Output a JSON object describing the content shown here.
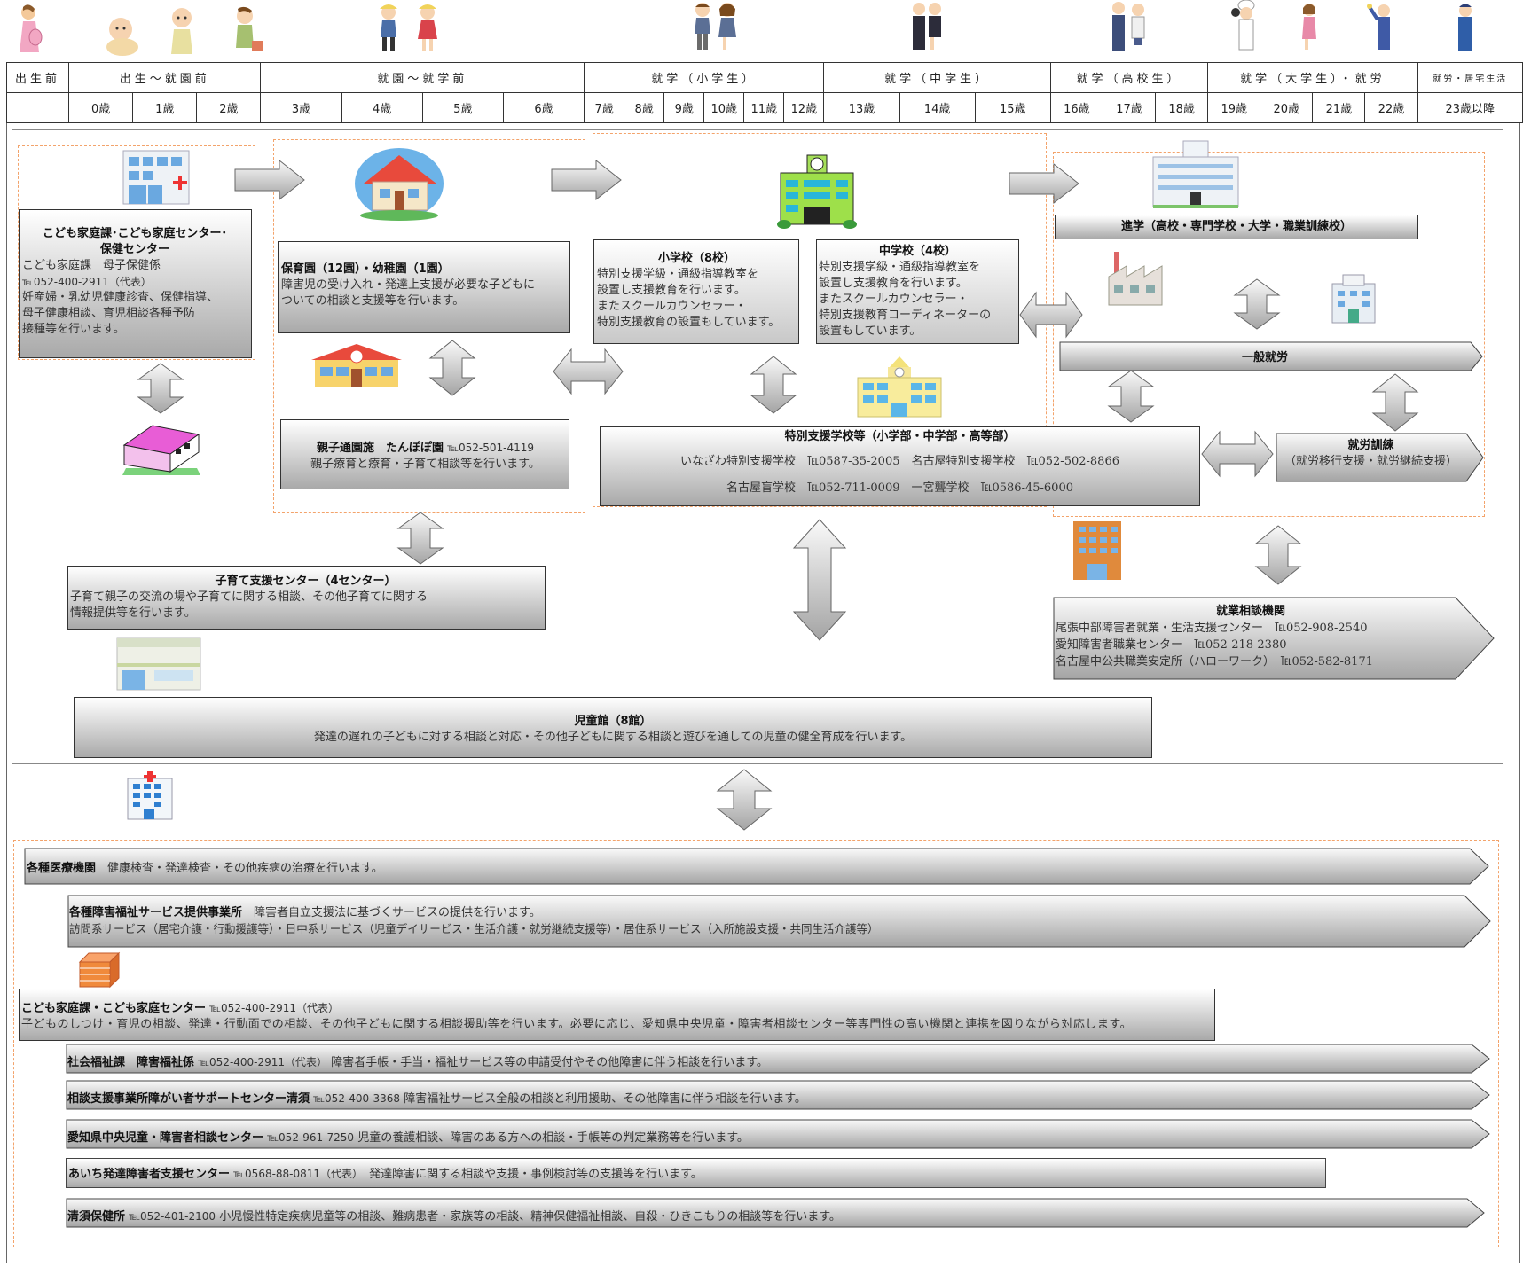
{
  "header": {
    "stages": [
      "出生前",
      "出生～就園前",
      "就園～就学前",
      "就学（小学生）",
      "就学（中学生）",
      "就学（高校生）",
      "就学（大学生）・就労",
      "就労・居宅生活"
    ],
    "ages": [
      "0歳",
      "1歳",
      "2歳",
      "3歳",
      "4歳",
      "5歳",
      "6歳",
      "7歳",
      "8歳",
      "9歳",
      "10歳",
      "11歳",
      "12歳",
      "13歳",
      "14歳",
      "15歳",
      "16歳",
      "17歳",
      "18歳",
      "19歳",
      "20歳",
      "21歳",
      "22歳",
      "23歳以降"
    ]
  },
  "boxes": {
    "health": {
      "title1": "こども家庭課･こども家庭センター･",
      "title2": "保健センター",
      "l1": "こども家庭課　母子保健係",
      "l2": "℡052-400-2911（代表）",
      "l3": "妊産婦・乳幼児健康診査、保健指導、",
      "l4": "母子健康相談、育児相談各種予防",
      "l5": "接種等を行います。"
    },
    "nursery": {
      "title": "保育園（12園）・幼稚園（1園）",
      "l1": "障害児の受け入れ・発達上支援が必要な子どもに",
      "l2": "ついての相談と支援等を行います。"
    },
    "oyako": {
      "title": "親子通園施　たんぽぽ園",
      "tel": "℡052-501-4119",
      "l1": "親子療育と療育・子育て相談等を行います。"
    },
    "elem": {
      "title": "小学校（8校）",
      "l1": "特別支援学級・通級指導教室を",
      "l2": "設置し支援教育を行います。",
      "l3": "またスクールカウンセラー・",
      "l4": "特別支援教育の設置もしています。"
    },
    "junior": {
      "title": "中学校（4校）",
      "l1": "特別支援学級・通級指導教室を",
      "l2": "設置し支援教育を行います。",
      "l3": "またスクールカウンセラー・",
      "l4": "特別支援教育コーディネーターの",
      "l5": "設置もしています。"
    },
    "special": {
      "title": "特別支援学校等（小学部・中学部・高等部）",
      "l1": "いなざわ特別支援学校　℡0587-35-2005　名古屋特別支援学校　℡052-502-8866",
      "l2": "名古屋盲学校　℡052-711-0009　一宮聾学校　℡0586-45-6000"
    },
    "advance": {
      "title": "進学（高校・専門学校・大学・職業訓練校）"
    },
    "employ": {
      "title": "一般就労"
    },
    "training": {
      "title": "就労訓練",
      "l1": "（就労移行支援・就労継続支援）"
    },
    "kosodate": {
      "title": "子育て支援センター（4センター）",
      "l1": "子育て親子の交流の場や子育てに関する相談、その他子育てに関する",
      "l2": "情報提供等を行います。"
    },
    "jobcon": {
      "title": "就業相談機関",
      "l1": "尾張中部障害者就業・生活支援センター　℡052-908-2540",
      "l2": "愛知障害者職業センター　℡052-218-2380",
      "l3": "名古屋中公共職業安定所（ハローワーク）　℡052-582-8171"
    },
    "jidokan": {
      "title": "児童館（8館）",
      "l1": "発達の遅れの子どもに対する相談と対応・その他子どもに関する相談と遊びを通しての児童の健全育成を行います。"
    }
  },
  "banners": {
    "medical": {
      "title": "各種医療機関",
      "text": "健康検査・発達検査・その他疾病の治療を行います。"
    },
    "welfare": {
      "title": "各種障害福祉サービス提供事業所",
      "text": "障害者自立支援法に基づくサービスの提供を行います。",
      "l2": "訪問系サービス（居宅介護・行動援護等）・日中系サービス（児童デイサービス・生活介護・就労継続支援等）・居住系サービス（入所施設支援・共同生活介護等）"
    },
    "kodomo": {
      "title": "こども家庭課・こども家庭センター",
      "tel": "℡052-400-2911（代表）",
      "l2": "子どものしつけ・育児の相談、発達・行動面での相談、その他子どもに関する相談援助等を行います。必要に応じ、愛知県中央児童・障害者相談センター等専門性の高い機関と連携を図りながら対応します。"
    },
    "shakai": {
      "title": "社会福祉課　障害福祉係",
      "tel": "℡052-400-2911（代表）",
      "text": "障害者手帳・手当・福祉サービス等の申請受付やその他障害に伴う相談を行います。"
    },
    "soudan": {
      "title": "相談支援事業所障がい者サポートセンター清須",
      "tel": "℡052-400-3368",
      "text": "障害福祉サービス全般の相談と利用援助、その他障害に伴う相談を行います。"
    },
    "aichi": {
      "title": "愛知県中央児童・障害者相談センター",
      "tel": "℡052-961-7250",
      "text": "児童の養護相談、障害のある方への相談・手帳等の判定業務等を行います。"
    },
    "hattatsu": {
      "title": "あいち発達障害者支援センター",
      "tel": "℡0568-88-0811（代表）",
      "text": "発達障害に関する相談や支援・事例検討等の支援等を行います。"
    },
    "hoken": {
      "title": "清須保健所",
      "tel": "℡052-401-2100",
      "text": "小児慢性特定疾病児童等の相談、難病患者・家族等の相談、精神保健福祉相談、自殺・ひきこもりの相談等を行います。"
    }
  },
  "colors": {
    "zone": "#f3a36b",
    "grad_top": "#ffffff",
    "grad_bottom": "#a9a9a9"
  }
}
